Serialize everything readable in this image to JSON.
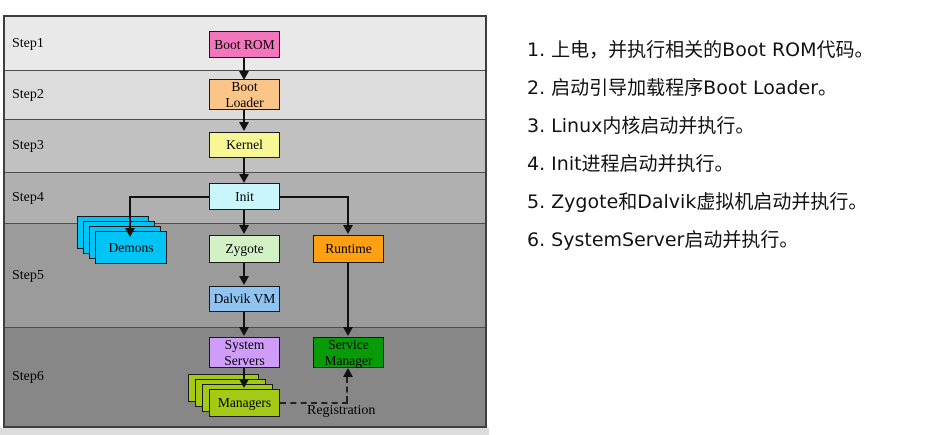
{
  "diagram": {
    "step_labels": [
      "Step1",
      "Step2",
      "Step3",
      "Step4",
      "Step5",
      "Step6"
    ],
    "band_colors": [
      "#e9e9e9",
      "#dcdcdc",
      "#c1c1c1",
      "#b0b0b0",
      "#9b9b9b",
      "#878787"
    ],
    "boxes": {
      "boot_rom": {
        "label": "Boot ROM",
        "color": "#f376bd"
      },
      "boot_loader": {
        "lines": [
          "Boot",
          "Loader"
        ],
        "color": "#fbc489"
      },
      "kernel": {
        "label": "Kernel",
        "color": "#f7f796"
      },
      "init": {
        "label": "Init",
        "color": "#c9f6fa"
      },
      "demons": {
        "label": "Demons",
        "color": "#00c4f5"
      },
      "zygote": {
        "label": "Zygote",
        "color": "#d2f2c6"
      },
      "runtime": {
        "label": "Runtime",
        "color": "#ffa013"
      },
      "dalvik_vm": {
        "label": "Dalvik VM",
        "color": "#8ec3f2"
      },
      "system_servers": {
        "lines": [
          "System",
          "Servers"
        ],
        "color": "#cf9cfa"
      },
      "service_manager": {
        "lines": [
          "Service",
          "Manager"
        ],
        "color": "#079b07"
      },
      "managers": {
        "label": "Managers",
        "color": "#a4ca16"
      }
    },
    "edge_label": "Registration"
  },
  "notes": {
    "items": [
      "1. 上电，并执行相关的Boot ROM代码。",
      "2. 启动引导加载程序Boot Loader。",
      "3. Linux内核启动并执行。",
      "4. Init进程启动并执行。",
      "5. Zygote和Dalvik虚拟机启动并执行。",
      "6. SystemServer启动并执行。"
    ]
  }
}
